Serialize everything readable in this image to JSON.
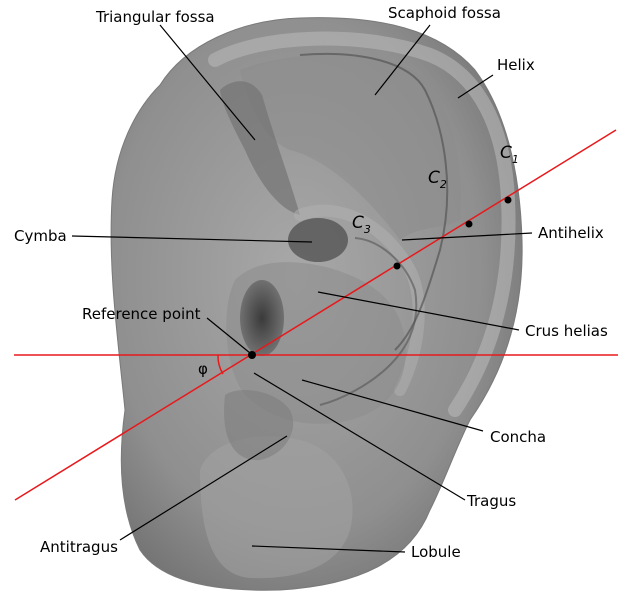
{
  "labels": {
    "triangular_fossa": "Triangular fossa",
    "scaphoid_fossa": "Scaphoid fossa",
    "helix": "Helix",
    "cymba": "Cymba",
    "antihelix": "Antihelix",
    "reference_point": "Reference point",
    "crus_helias": "Crus helias",
    "concha": "Concha",
    "tragus": "Tragus",
    "antitragus": "Antitragus",
    "lobule": "Lobule",
    "angle": "φ"
  },
  "contours": {
    "c1": "C",
    "c1_sub": "1",
    "c2": "C",
    "c2_sub": "2",
    "c3": "C",
    "c3_sub": "3"
  },
  "colors": {
    "ref_lines": "#e8191c",
    "ear_base": "#9a9a9a",
    "ear_shadow": "#5c5c5c",
    "ear_highlight": "#c4c4c4",
    "points": "#000000"
  }
}
